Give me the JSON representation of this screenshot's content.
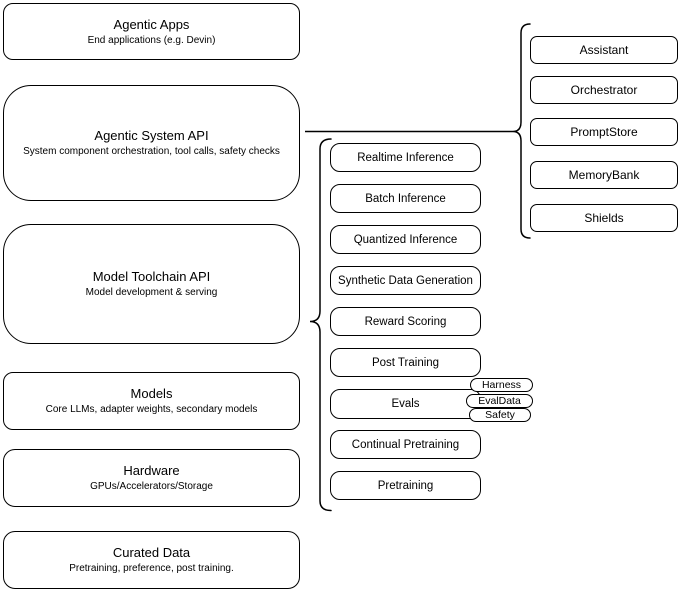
{
  "diagram": {
    "left_column": {
      "items": [
        {
          "title": "Agentic Apps",
          "subtitle": "End applications (e.g. Devin)"
        },
        {
          "title": "Agentic System API",
          "subtitle": "System component orchestration, tool calls, safety checks"
        },
        {
          "title": "Model Toolchain API",
          "subtitle": "Model development & serving"
        },
        {
          "title": "Models",
          "subtitle": "Core LLMs, adapter weights, secondary models"
        },
        {
          "title": "Hardware",
          "subtitle": "GPUs/Accelerators/Storage"
        },
        {
          "title": "Curated Data",
          "subtitle": "Pretraining, preference, post training."
        }
      ]
    },
    "toolchain_components": {
      "items": [
        {
          "label": "Realtime Inference"
        },
        {
          "label": "Batch Inference"
        },
        {
          "label": "Quantized Inference"
        },
        {
          "label": "Synthetic Data Generation"
        },
        {
          "label": "Reward Scoring"
        },
        {
          "label": "Post Training"
        },
        {
          "label": "Evals"
        },
        {
          "label": "Continual Pretraining"
        },
        {
          "label": "Pretraining"
        }
      ]
    },
    "evals_tags": {
      "items": [
        {
          "label": "Harness"
        },
        {
          "label": "EvalData"
        },
        {
          "label": "Safety"
        }
      ]
    },
    "system_components": {
      "items": [
        {
          "label": "Assistant"
        },
        {
          "label": "Orchestrator"
        },
        {
          "label": "PromptStore"
        },
        {
          "label": "MemoryBank"
        },
        {
          "label": "Shields"
        }
      ]
    },
    "colors": {
      "stroke": "#000000",
      "fill": "#ffffff",
      "text": "#000000"
    }
  }
}
